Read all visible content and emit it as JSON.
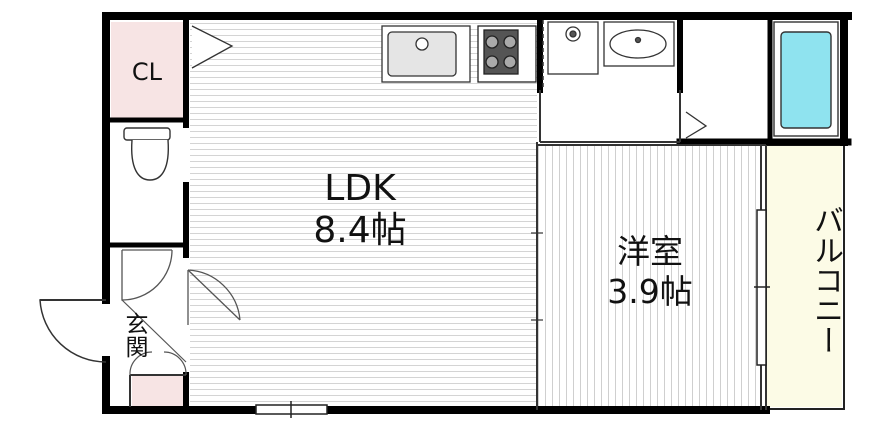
{
  "rooms": {
    "ldk": {
      "name": "LDK",
      "size": "8.4帖"
    },
    "western_room": {
      "name": "洋室",
      "size": "3.9帖"
    },
    "closet": {
      "name": "CL"
    },
    "entrance": {
      "name": "玄関"
    },
    "balcony": {
      "name": "バルコニー"
    }
  },
  "colors": {
    "wall": "#000000",
    "floor_lines": "#cfcfcf",
    "pink_area": "#f7e4e4",
    "balcony": "#fcfbe6",
    "bathtub": "#8fe3ef"
  }
}
